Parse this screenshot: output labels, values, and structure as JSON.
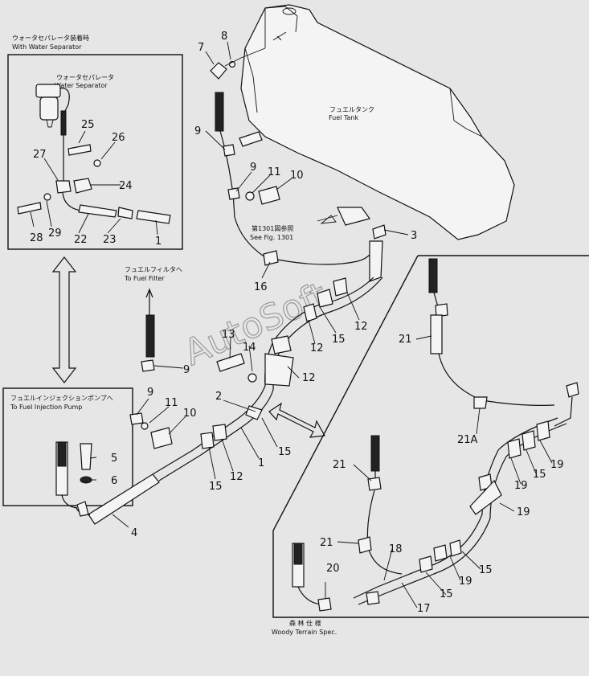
{
  "watermark": "AutoSoft",
  "captions": {
    "water_sep_title_jp": "ウォータセパレータ装着時",
    "water_sep_title_en": "With Water Separator",
    "water_sep_jp": "ウォータセパレータ",
    "water_sep_en": "Water Separator",
    "fuel_tank_jp": "フュエルタンク",
    "fuel_tank_en": "Fuel Tank",
    "see_fig_jp": "第1301図参照",
    "see_fig_en": "See Fig. 1301",
    "fuel_filter_jp": "フュエルフィルタへ",
    "fuel_filter_en": "To Fuel Filter",
    "injection_pump_jp": "フュエルインジェクションポンプへ",
    "injection_pump_en": "To Fuel Injection Pump",
    "woody_jp": "森 林 仕 様",
    "woody_en": "Woody Terrain Spec."
  },
  "part_numbers": {
    "p8": "8",
    "p7": "7",
    "p9a": "9",
    "p9b": "9",
    "p11a": "11",
    "p10a": "10",
    "p3": "3",
    "p16": "16",
    "p12a": "12",
    "p12b": "12",
    "p15a": "15",
    "p12c": "12",
    "p13": "13",
    "p14": "14",
    "p9c": "9",
    "p9d": "9",
    "p11b": "11",
    "p10b": "10",
    "p2": "2",
    "p1a": "1",
    "p15b": "15",
    "p12d": "12",
    "p15c": "15",
    "p5": "5",
    "p6": "6",
    "p4": "4",
    "p25": "25",
    "p26": "26",
    "p27": "27",
    "p24": "24",
    "p28": "28",
    "p29": "29",
    "p22": "22",
    "p23": "23",
    "p1b": "1",
    "p21a": "21",
    "p21A": "21A",
    "p19a": "19",
    "p15d": "15",
    "p19b": "19",
    "p19c": "19",
    "p21b": "21",
    "p21c": "21",
    "p18": "18",
    "p20": "20",
    "p15e": "15",
    "p19d": "19",
    "p15f": "15",
    "p17": "17"
  }
}
